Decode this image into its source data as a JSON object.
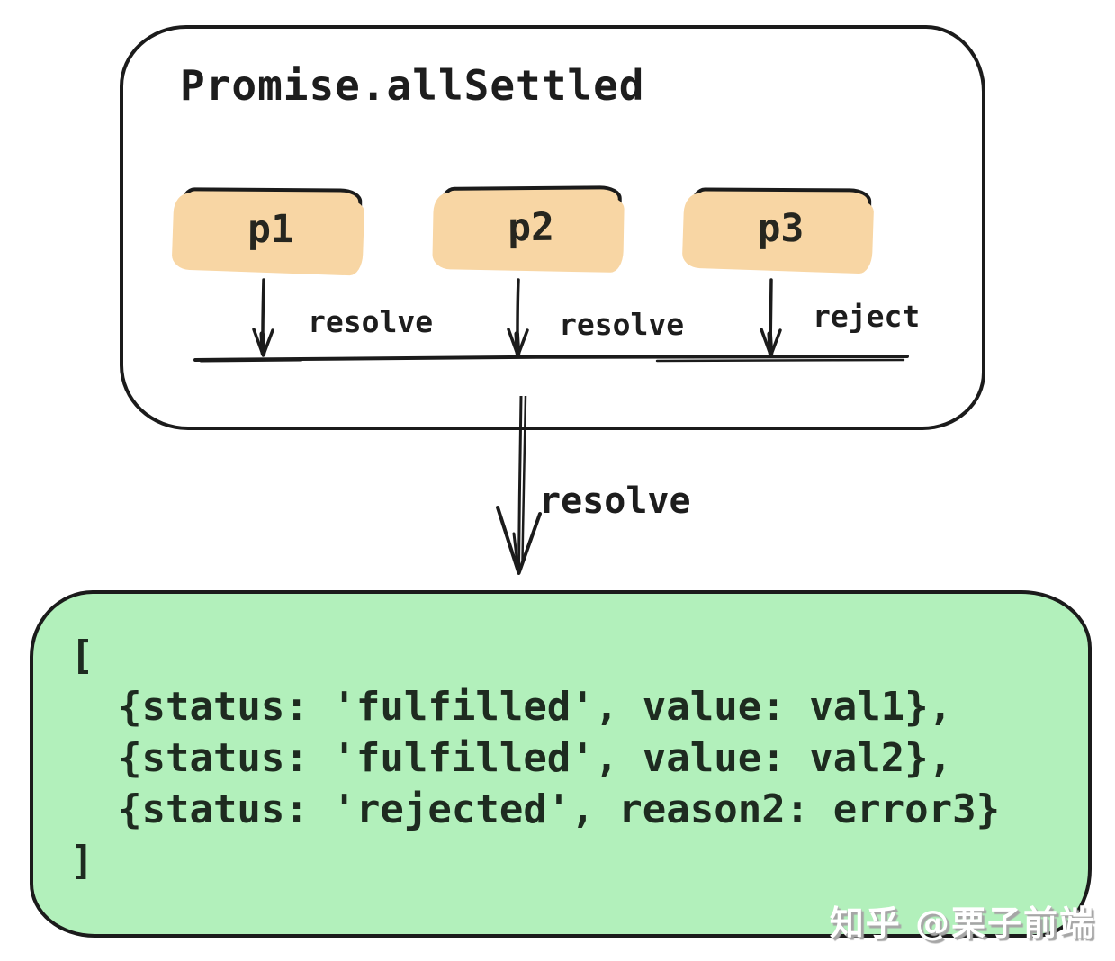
{
  "diagram": {
    "title": "Promise.allSettled",
    "promises": [
      {
        "label": "p1",
        "outcome": "resolve"
      },
      {
        "label": "p2",
        "outcome": "resolve"
      },
      {
        "label": "p3",
        "outcome": "reject"
      }
    ],
    "aggregate_outcome": "resolve",
    "result_lines": [
      "[",
      "  {status: 'fulfilled', value: val1},",
      "  {status: 'fulfilled', value: val2},",
      "  {status: 'rejected', reason2: error3}",
      "]"
    ],
    "watermark": "知乎 @栗子前端",
    "colors": {
      "promise_box_fill": "#f8d6a4",
      "result_box_fill": "#b2f0bb",
      "ink": "#1b1b1b"
    }
  }
}
